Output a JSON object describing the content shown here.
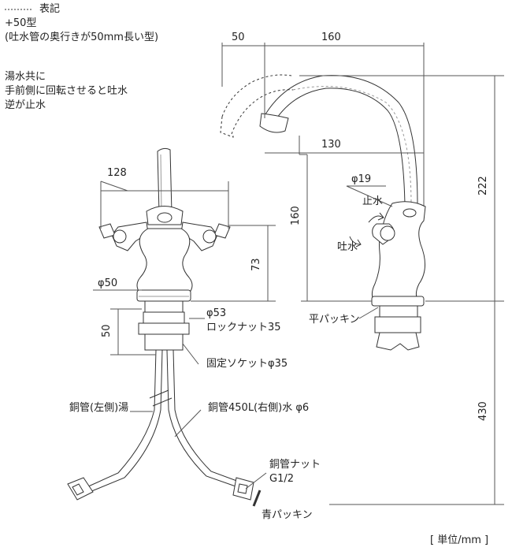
{
  "notes": {
    "legend_dashed": "表記",
    "variant_title": "+50型",
    "variant_desc": "(吐水管の奥行きが50mm長い型)",
    "op_line1": "湯水共に",
    "op_line2": "手前側に回転させると吐水",
    "op_line3": "逆が止水"
  },
  "dims": {
    "d50_top": "50",
    "d160_top": "160",
    "d130": "130",
    "d222": "222",
    "d160_vert": "160",
    "d73": "73",
    "d128": "128",
    "d50_vert": "50",
    "d430": "430",
    "phi19": "φ19",
    "phi50": "φ50",
    "phi53": "φ53"
  },
  "labels": {
    "stop_water": "止水",
    "spout_water": "吐水",
    "lock_nut": "ロックナット35",
    "flat_packing": "平パッキン",
    "fixed_socket": "固定ソケットφ35",
    "copper_left": "銅管(左側)湯",
    "copper_right": "銅管450L(右側)水 φ6",
    "copper_nut": "銅管ナット",
    "thread": "G1/2",
    "blue_packing": "青パッキン",
    "unit": "[ 単位/mm ]"
  }
}
